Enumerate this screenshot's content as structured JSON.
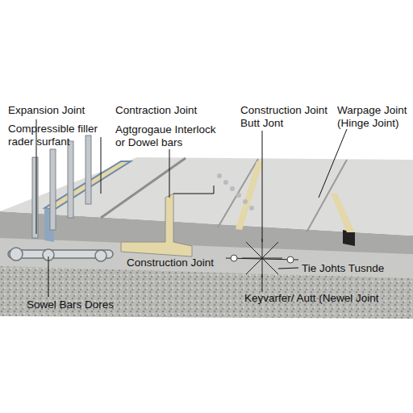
{
  "diagram": {
    "labels": [
      "Expansion Joint",
      "Compressible filler rader surfant",
      "Contraction Joint",
      "Agtgrogaue Interlock or Dowel bars",
      "Construction Joint Butt Jont",
      "Warpage Joint (Hinge Joint)",
      "Construction Joint",
      "Tie Johts Tusnde",
      "Sowel Bars Dores",
      "Keyvarfer/ Autt (Newel Joint"
    ]
  }
}
